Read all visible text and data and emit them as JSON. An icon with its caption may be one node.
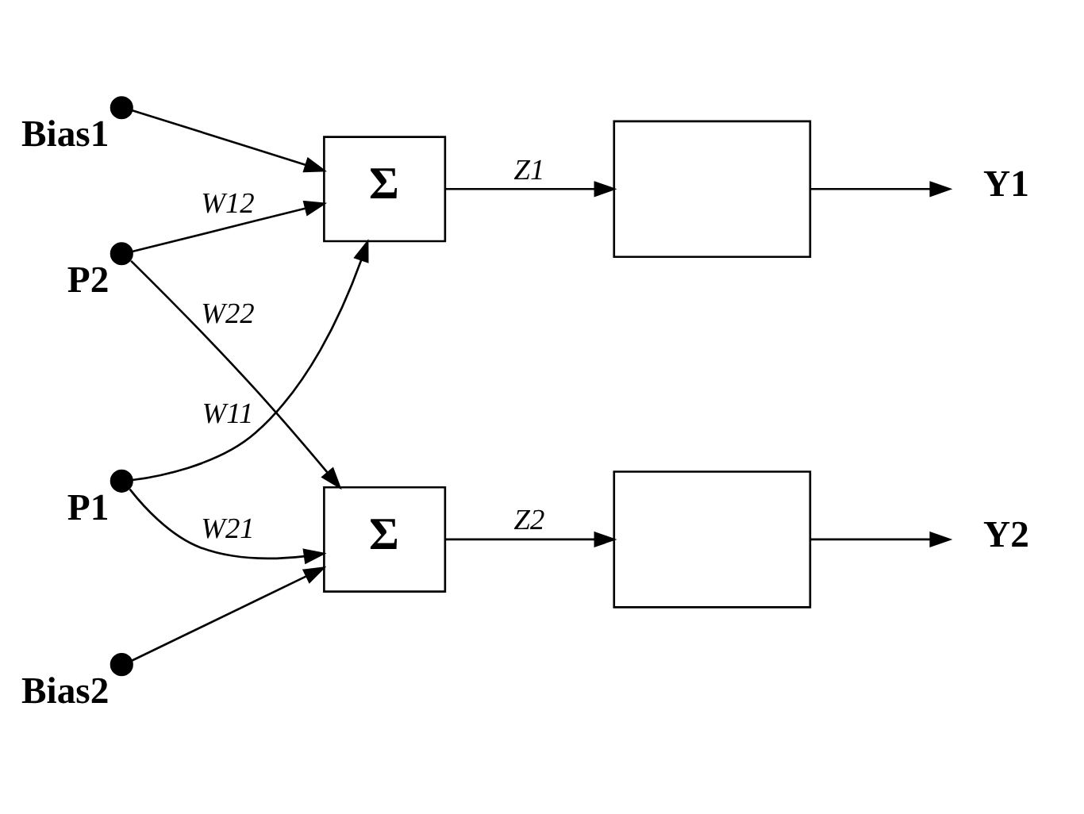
{
  "diagram": {
    "nodes": [
      {
        "text": [],
        "shape": "circle",
        "beside": [
          "Bias1"
        ]
      },
      {
        "text": [],
        "shape": "circle",
        "beside": [
          "P1"
        ]
      },
      {
        "text": [
          "Σ"
        ]
      },
      {
        "text": [],
        "shape": "box"
      },
      {
        "text": [
          "Y1"
        ]
      },
      {
        "text": [],
        "shape": "circle",
        "beside": [
          "P2"
        ]
      },
      {
        "text": [
          "Σ"
        ]
      },
      {
        "text": [],
        "shape": "box"
      },
      {
        "text": [
          "Y2"
        ]
      },
      {
        "text": [],
        "shape": "circle",
        "beside": [
          "Bias2"
        ]
      }
    ],
    "edges": [
      {
        "from": 1,
        "to": 2,
        "arrow": "to",
        "label": "W11"
      },
      {
        "from": 1,
        "to": 6,
        "arrow": "to",
        "label": "W21"
      },
      {
        "from": 5,
        "to": 2,
        "arrow": "to",
        "label": "W12"
      },
      {
        "from": 5,
        "to": 6,
        "arrow": "to",
        "label": "W22"
      },
      {
        "from": 0,
        "to": 2,
        "arrow": "to"
      },
      {
        "from": 9,
        "to": 6,
        "arrow": "to"
      },
      {
        "from": 2,
        "to": 3,
        "arrow": "to",
        "label": "Z1"
      },
      {
        "from": 6,
        "to": 7,
        "arrow": "to",
        "label": "Z2"
      },
      {
        "from": 3,
        "to": 4,
        "arrow": "to"
      },
      {
        "from": 7,
        "to": 8,
        "arrow": "to"
      }
    ]
  }
}
